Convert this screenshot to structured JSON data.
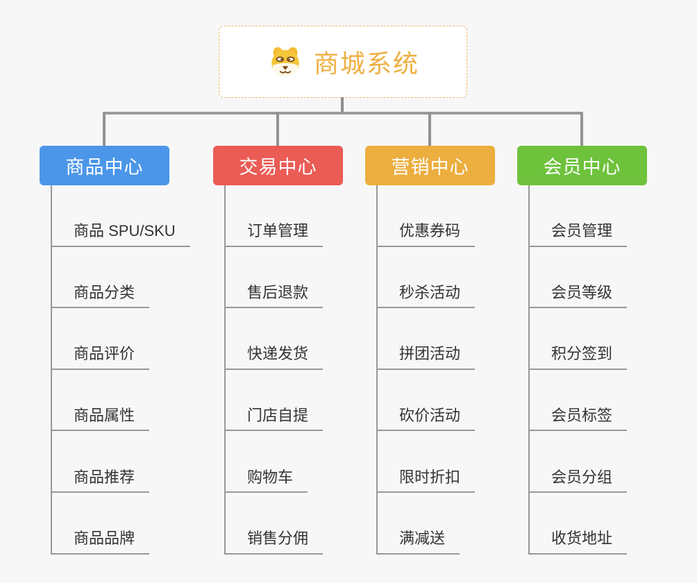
{
  "root": {
    "title": "商城系统",
    "icon": "dog-face-icon"
  },
  "branches": [
    {
      "id": "product",
      "label": "商品中心",
      "color": "#4b96e8",
      "children": [
        "商品 SPU/SKU",
        "商品分类",
        "商品评价",
        "商品属性",
        "商品推荐",
        "商品品牌"
      ]
    },
    {
      "id": "trade",
      "label": "交易中心",
      "color": "#ea5c55",
      "children": [
        "订单管理",
        "售后退款",
        "快递发货",
        "门店自提",
        "购物车",
        "销售分佣"
      ]
    },
    {
      "id": "marketing",
      "label": "营销中心",
      "color": "#ecae3e",
      "children": [
        "优惠券码",
        "秒杀活动",
        "拼团活动",
        "砍价活动",
        "限时折扣",
        "满减送"
      ]
    },
    {
      "id": "member",
      "label": "会员中心",
      "color": "#6ec23c",
      "children": [
        "会员管理",
        "会员等级",
        "积分签到",
        "会员标签",
        "会员分组",
        "收货地址"
      ]
    }
  ],
  "colors": {
    "canvas_background": "#f7f7f7",
    "root_border": "#f0b469",
    "root_text": "#efaf42",
    "connector_gray": "#929292",
    "leaf_line_gray": "#989898",
    "leaf_text": "#333333"
  }
}
